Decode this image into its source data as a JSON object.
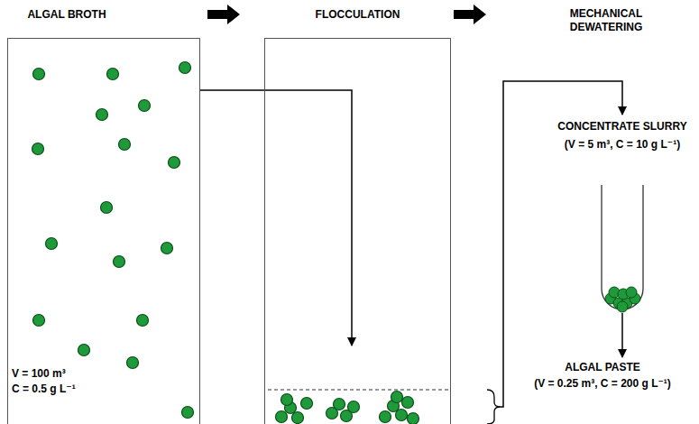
{
  "diagram": {
    "nodes": [
      {
        "text": [
          "ALGAL BROTH",
          "V = 100 m³",
          "C = 0.5 g L⁻¹"
        ]
      },
      {
        "text": [
          "FLOCCULATION"
        ]
      },
      {
        "text": [
          "CONCENTRATE SLURRY",
          "(V = 5 m³, C = 10 g L⁻¹)"
        ]
      },
      {
        "text": [
          "ALGAL PASTE",
          "(V = 0.25 m³, C = 200 g L⁻¹)"
        ]
      }
    ],
    "edges": [
      {
        "from": 0,
        "to": 1,
        "arrow": "to"
      },
      {
        "from": 1,
        "to": 2,
        "arrow": "to"
      },
      {
        "from": 2,
        "to": 3,
        "arrow": "to"
      }
    ],
    "labels": [
      "MECHANICAL DEWATERING"
    ]
  }
}
